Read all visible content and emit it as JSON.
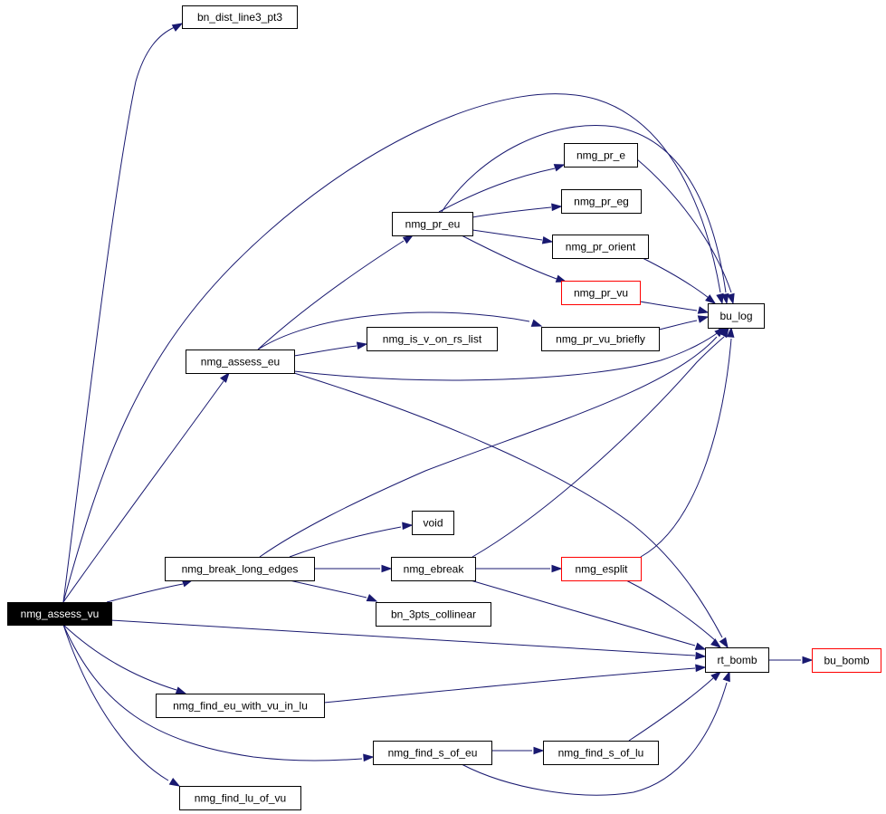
{
  "diagram": {
    "type": "call-graph",
    "colors": {
      "edge": "#191970",
      "root_fill": "#000000",
      "truncated_border": "#ff0000",
      "node_border": "#000000"
    },
    "nodes": [
      {
        "id": "nmg_assess_vu",
        "label": "nmg_assess_vu",
        "style": "root"
      },
      {
        "id": "bn_dist_line3_pt3",
        "label": "bn_dist_line3_pt3",
        "style": "normal"
      },
      {
        "id": "bu_log",
        "label": "bu_log",
        "style": "normal"
      },
      {
        "id": "nmg_assess_eu",
        "label": "nmg_assess_eu",
        "style": "normal"
      },
      {
        "id": "nmg_pr_eu",
        "label": "nmg_pr_eu",
        "style": "normal"
      },
      {
        "id": "nmg_pr_e",
        "label": "nmg_pr_e",
        "style": "normal"
      },
      {
        "id": "nmg_pr_eg",
        "label": "nmg_pr_eg",
        "style": "normal"
      },
      {
        "id": "nmg_pr_orient",
        "label": "nmg_pr_orient",
        "style": "normal"
      },
      {
        "id": "nmg_pr_vu",
        "label": "nmg_pr_vu",
        "style": "truncated"
      },
      {
        "id": "nmg_is_v_on_rs_list",
        "label": "nmg_is_v_on_rs_list",
        "style": "normal"
      },
      {
        "id": "nmg_pr_vu_briefly",
        "label": "nmg_pr_vu_briefly",
        "style": "normal"
      },
      {
        "id": "nmg_break_long_edges",
        "label": "nmg_break_long_edges",
        "style": "normal"
      },
      {
        "id": "void",
        "label": "void",
        "style": "normal"
      },
      {
        "id": "nmg_ebreak",
        "label": "nmg_ebreak",
        "style": "normal"
      },
      {
        "id": "nmg_esplit",
        "label": "nmg_esplit",
        "style": "truncated"
      },
      {
        "id": "bn_3pts_collinear",
        "label": "bn_3pts_collinear",
        "style": "normal"
      },
      {
        "id": "rt_bomb",
        "label": "rt_bomb",
        "style": "normal"
      },
      {
        "id": "bu_bomb",
        "label": "bu_bomb",
        "style": "truncated"
      },
      {
        "id": "nmg_find_eu_with_vu_in_lu",
        "label": "nmg_find_eu_with_vu_in_lu",
        "style": "normal"
      },
      {
        "id": "nmg_find_s_of_eu",
        "label": "nmg_find_s_of_eu",
        "style": "normal"
      },
      {
        "id": "nmg_find_s_of_lu",
        "label": "nmg_find_s_of_lu",
        "style": "normal"
      },
      {
        "id": "nmg_find_lu_of_vu",
        "label": "nmg_find_lu_of_vu",
        "style": "normal"
      }
    ],
    "edges": [
      {
        "from": "nmg_assess_vu",
        "to": "bn_dist_line3_pt3"
      },
      {
        "from": "nmg_assess_vu",
        "to": "bu_log"
      },
      {
        "from": "nmg_assess_vu",
        "to": "nmg_assess_eu"
      },
      {
        "from": "nmg_assess_vu",
        "to": "nmg_break_long_edges"
      },
      {
        "from": "nmg_assess_vu",
        "to": "rt_bomb"
      },
      {
        "from": "nmg_assess_vu",
        "to": "nmg_find_eu_with_vu_in_lu"
      },
      {
        "from": "nmg_assess_vu",
        "to": "nmg_find_s_of_eu"
      },
      {
        "from": "nmg_assess_vu",
        "to": "nmg_find_lu_of_vu"
      },
      {
        "from": "nmg_assess_eu",
        "to": "nmg_pr_eu"
      },
      {
        "from": "nmg_assess_eu",
        "to": "nmg_pr_vu_briefly"
      },
      {
        "from": "nmg_assess_eu",
        "to": "nmg_is_v_on_rs_list"
      },
      {
        "from": "nmg_assess_eu",
        "to": "bu_log"
      },
      {
        "from": "nmg_assess_eu",
        "to": "rt_bomb"
      },
      {
        "from": "nmg_pr_eu",
        "to": "bu_log"
      },
      {
        "from": "nmg_pr_eu",
        "to": "nmg_pr_e"
      },
      {
        "from": "nmg_pr_eu",
        "to": "nmg_pr_eg"
      },
      {
        "from": "nmg_pr_eu",
        "to": "nmg_pr_orient"
      },
      {
        "from": "nmg_pr_eu",
        "to": "nmg_pr_vu"
      },
      {
        "from": "nmg_pr_e",
        "to": "bu_log"
      },
      {
        "from": "nmg_pr_orient",
        "to": "bu_log"
      },
      {
        "from": "nmg_pr_vu",
        "to": "bu_log"
      },
      {
        "from": "nmg_pr_vu_briefly",
        "to": "bu_log"
      },
      {
        "from": "nmg_break_long_edges",
        "to": "bu_log"
      },
      {
        "from": "nmg_break_long_edges",
        "to": "void"
      },
      {
        "from": "nmg_break_long_edges",
        "to": "nmg_ebreak"
      },
      {
        "from": "nmg_break_long_edges",
        "to": "bn_3pts_collinear"
      },
      {
        "from": "nmg_ebreak",
        "to": "bu_log"
      },
      {
        "from": "nmg_ebreak",
        "to": "nmg_esplit"
      },
      {
        "from": "nmg_ebreak",
        "to": "rt_bomb"
      },
      {
        "from": "nmg_esplit",
        "to": "bu_log"
      },
      {
        "from": "nmg_esplit",
        "to": "rt_bomb"
      },
      {
        "from": "rt_bomb",
        "to": "bu_bomb"
      },
      {
        "from": "nmg_find_eu_with_vu_in_lu",
        "to": "rt_bomb"
      },
      {
        "from": "nmg_find_s_of_eu",
        "to": "nmg_find_s_of_lu"
      },
      {
        "from": "nmg_find_s_of_eu",
        "to": "rt_bomb"
      },
      {
        "from": "nmg_find_s_of_lu",
        "to": "rt_bomb"
      }
    ]
  }
}
